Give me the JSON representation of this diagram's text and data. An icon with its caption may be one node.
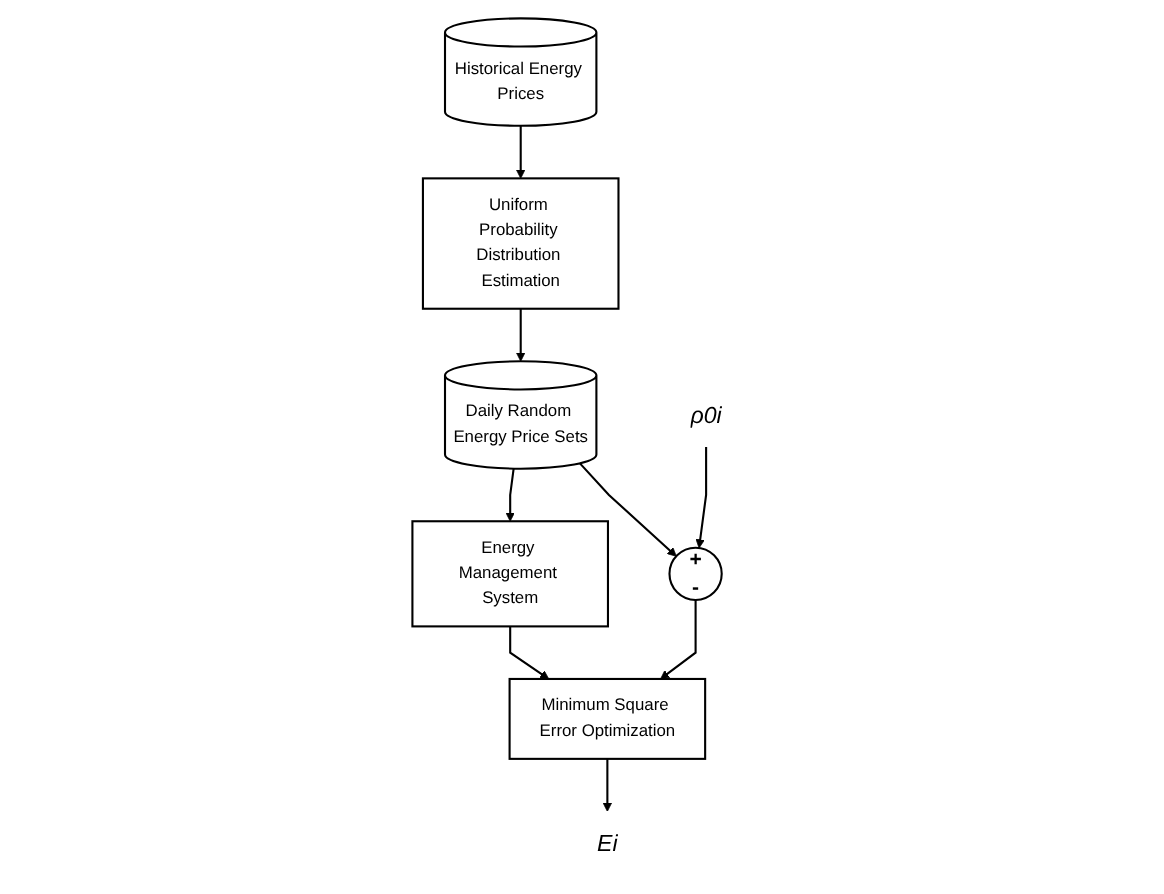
{
  "diagram": {
    "nodes": [
      {
        "text": [
          "Historical Energy Prices"
        ]
      },
      {
        "text": [
          "Uniform Probability Distribution Estimation"
        ]
      },
      {
        "text": [
          "Daily Random Energy Price Sets"
        ]
      },
      {
        "text": [
          "Energy Management System"
        ]
      },
      {
        "text": [
          "ρ0i"
        ]
      },
      {
        "text": [
          "+",
          "-"
        ]
      },
      {
        "text": [
          "Minimum Square Error Optimization"
        ]
      },
      {
        "text": [
          "Ei"
        ]
      }
    ],
    "edges": [
      {
        "from": 0,
        "to": 1,
        "arrow": "to"
      },
      {
        "from": 1,
        "to": 2,
        "arrow": "to"
      },
      {
        "from": 2,
        "to": 5,
        "arrow": "to"
      },
      {
        "from": 2,
        "to": 3,
        "arrow": "to"
      },
      {
        "from": 4,
        "to": 5,
        "arrow": "to"
      },
      {
        "from": 5,
        "to": 6,
        "arrow": "to"
      },
      {
        "from": 3,
        "to": 6,
        "arrow": "to"
      },
      {
        "from": 6,
        "to": 7,
        "arrow": "to"
      }
    ]
  }
}
